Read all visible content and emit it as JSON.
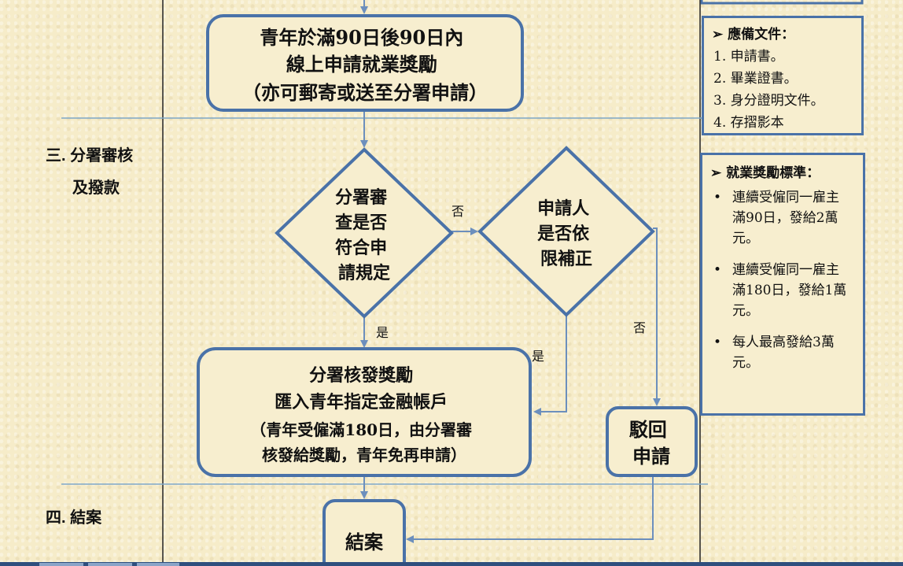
{
  "stages": {
    "review_line1": "三. 分署審核",
    "review_line2": "及撥款",
    "close": "四. 結案"
  },
  "nodes": {
    "apply": [
      "青年於滿90日後90日內",
      "線上申請就業獎勵",
      "（亦可郵寄或送至分署申請）"
    ],
    "review_decision": [
      "分署審",
      "查是否",
      "符合申",
      "請規定"
    ],
    "supplement_decision": [
      "申請人",
      "是否依",
      "限補正"
    ],
    "issue": [
      "分署核發獎勵",
      "匯入青年指定金融帳戶",
      "（青年受僱滿180日，由分署審",
      "核發給獎勵，青年免再申請）"
    ],
    "reject": [
      "駁回",
      "申請"
    ],
    "close": [
      "結案"
    ]
  },
  "edge_labels": {
    "no": "否",
    "yes": "是"
  },
  "documents_box": {
    "title": "➢ 應備文件：",
    "items": [
      "1.  申請書。",
      "2.  畢業證書。",
      "3.  身分證明文件。",
      "4.  存摺影本"
    ]
  },
  "standards_box": {
    "title": "➢ 就業獎勵標準：",
    "bullet": "•",
    "items": [
      "連續受僱同一雇主滿90日，發給2萬元。",
      "連續受僱同一雇主滿180日，發給1萬元。",
      "每人最高發給3萬元。"
    ]
  },
  "colors": {
    "node_border": "#4a72a8",
    "arrow": "#6c8fbd",
    "background": "#f6ecc9"
  }
}
